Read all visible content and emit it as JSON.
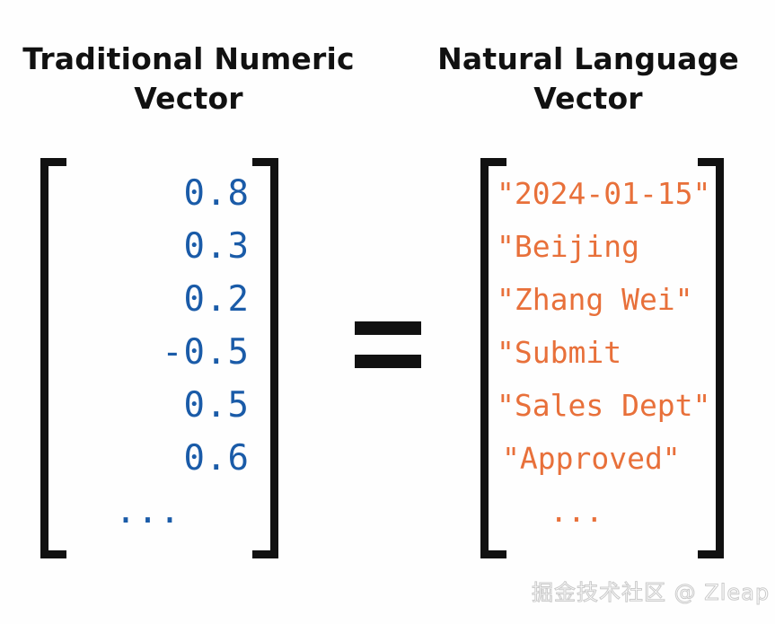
{
  "figure": {
    "background_color": "#fefefe",
    "equals_symbol": "=",
    "watermark": "掘金技术社区 @ Zleap"
  },
  "left_panel": {
    "heading_line1": "Traditional Numeric",
    "heading_line2": "Vector",
    "value_color": "#1a5ba8",
    "bracket_color": "#111111",
    "items": [
      "0.8",
      "0.3",
      "0.2",
      "-0.5",
      "0.5",
      "0.6",
      "..."
    ]
  },
  "right_panel": {
    "heading_line1": "Natural Language",
    "heading_line2": "Vector",
    "value_color": "#e8703a",
    "bracket_color": "#111111",
    "items": [
      "\"2024-01-15\"",
      "\"Beijing",
      "\"Zhang Wei\"",
      "\"Submit",
      "\"Sales Dept\"",
      "\"Approved\"",
      "..."
    ]
  }
}
